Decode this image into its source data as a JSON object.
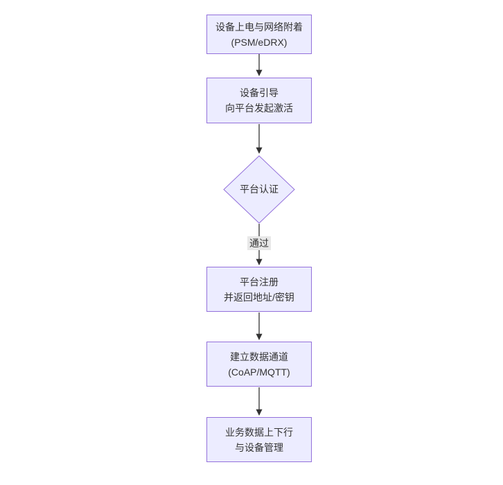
{
  "diagram": {
    "type": "flowchart",
    "direction": "top-down",
    "nodes": [
      {
        "id": "A",
        "shape": "rect",
        "line1": "设备上电与网络附着",
        "line2": "(PSM/eDRX)"
      },
      {
        "id": "B",
        "shape": "rect",
        "line1": "设备引导",
        "line2": "向平台发起激活"
      },
      {
        "id": "C",
        "shape": "diamond",
        "line1": "平台认证"
      },
      {
        "id": "D",
        "shape": "rect",
        "line1": "平台注册",
        "line2": "并返回地址/密钥"
      },
      {
        "id": "E",
        "shape": "rect",
        "line1": "建立数据通道",
        "line2": "(CoAP/MQTT)"
      },
      {
        "id": "F",
        "shape": "rect",
        "line1": "业务数据上下行",
        "line2": "与设备管理"
      }
    ],
    "edges": [
      {
        "from": "A",
        "to": "B",
        "label": ""
      },
      {
        "from": "B",
        "to": "C",
        "label": ""
      },
      {
        "from": "C",
        "to": "D",
        "label": "通过"
      },
      {
        "from": "D",
        "to": "E",
        "label": ""
      },
      {
        "from": "E",
        "to": "F",
        "label": ""
      }
    ],
    "colors": {
      "node_fill": "#ECECFF",
      "node_border": "#9370DB",
      "text": "#333333",
      "edge": "#333333",
      "edge_label_bg": "#e8e8e8",
      "background": "#ffffff"
    }
  }
}
